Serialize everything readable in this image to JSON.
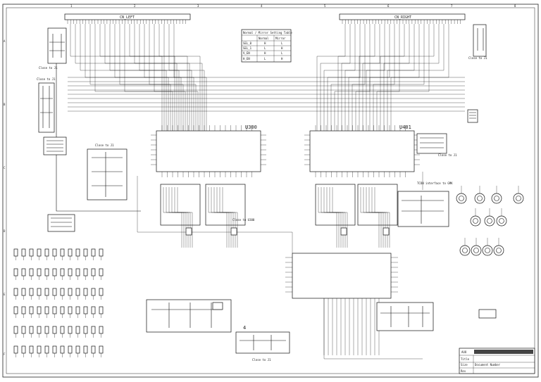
{
  "frame": {
    "col_numbers": [
      "1",
      "2",
      "3",
      "4",
      "5",
      "6",
      "7",
      "8"
    ],
    "row_letters": [
      "A",
      "B",
      "C",
      "D",
      "E",
      "F"
    ]
  },
  "connectors": {
    "left_top_label": "CN_LEFT",
    "right_top_label": "CN_RIGHT"
  },
  "table": {
    "title": "Normal / Mirror Setting Table",
    "headers": [
      "",
      "Normal",
      "Mirror"
    ],
    "rows": [
      [
        "SEL_0",
        "H",
        "L"
      ],
      [
        "SEL_1",
        "L",
        "H"
      ],
      [
        "V_EN",
        "H",
        "L"
      ],
      [
        "H_EN",
        "L",
        "H"
      ]
    ]
  },
  "ics": {
    "u300": "U300",
    "u401": "U401"
  },
  "labels": {
    "close_left_top": "Close to J1",
    "close_left_mid": "Close to J1",
    "close_right_top": "Close to J1",
    "close_mid_left": "Close to J1",
    "close_u300": "Close to U300",
    "close_bottom": "Close to J1",
    "close_right_mid": "Close to J1",
    "tcon_note": "TCON interface to GMK",
    "bottom_number": "4"
  },
  "title_block": {
    "company": "AUO",
    "line1": "Title",
    "line2": "Size",
    "line3": "Document Number",
    "line4": "Rev"
  }
}
